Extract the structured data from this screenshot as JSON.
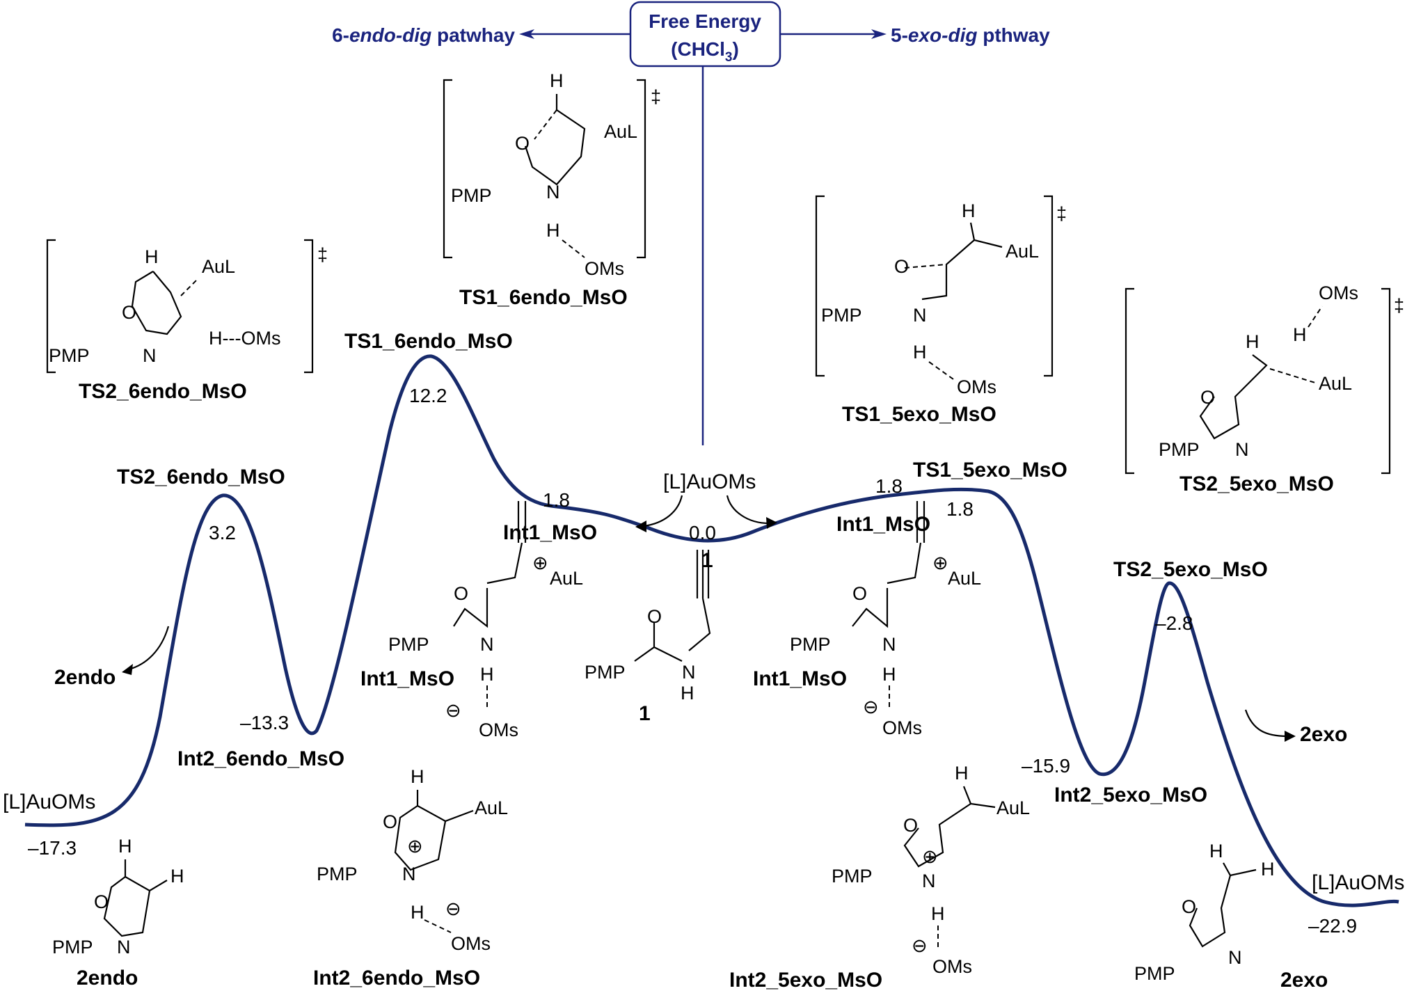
{
  "header": {
    "box_line1": "Free Energy",
    "box_line2_prefix": "(CHCl",
    "box_line2_sub": "3",
    "box_line2_suffix": ")",
    "left_num": "6-",
    "left_italic": "endo-dig",
    "left_rest": " patwhay",
    "right_num": "5-",
    "right_italic": "exo-dig",
    "right_rest": " pthway"
  },
  "colors": {
    "accent": "#1a237e",
    "curve": "#172a6b"
  },
  "energies": {
    "start_left": "–17.3",
    "ts2_6endo": "3.2",
    "int2_6endo": "–13.3",
    "ts1_6endo": "12.2",
    "int1_left": "1.8",
    "center": "0.0",
    "ts1_5exo": "1.8",
    "int1_right": "1.8",
    "int2_5exo": "–15.9",
    "ts2_5exo": "–2.8",
    "end_right": "–22.9"
  },
  "curve_labels": {
    "reagent_left": "[L]AuOMs",
    "ts2_6endo": "TS2_6endo_MsO",
    "int2_6endo": "Int2_6endo_MsO",
    "ts1_6endo": "TS1_6endo_MsO",
    "int1_left": "Int1_MsO",
    "reagent_center": "[L]AuOMs",
    "center": "1",
    "ts1_5exo": "TS1_5exo_MsO",
    "int1_right": "Int1_MsO",
    "int2_5exo": "Int2_5exo_MsO",
    "ts2_5exo": "TS2_5exo_MsO",
    "reagent_right": "[L]AuOMs",
    "branch_2endo": "2endo",
    "branch_2exo": "2exo"
  },
  "structure_captions": {
    "ts2_6endo": "TS2_6endo_MsO",
    "ts1_6endo": "TS1_6endo_MsO",
    "ts1_5exo": "TS1_5exo_MsO",
    "ts2_5exo": "TS2_5exo_MsO",
    "int1_left": "Int1_MsO",
    "compound_1": "1",
    "int1_right": "Int1_MsO",
    "endo_product": "2endo",
    "int2_6endo": "Int2_6endo_MsO",
    "int2_5exo": "Int2_5exo_MsO",
    "exo_product": "2exo"
  },
  "atoms": {
    "pmp": "PMP",
    "aul": "AuL",
    "oms": "OMs",
    "h": "H",
    "n": "N",
    "o": "O",
    "dagger": "‡",
    "h_dash_oms": "H---OMs"
  }
}
